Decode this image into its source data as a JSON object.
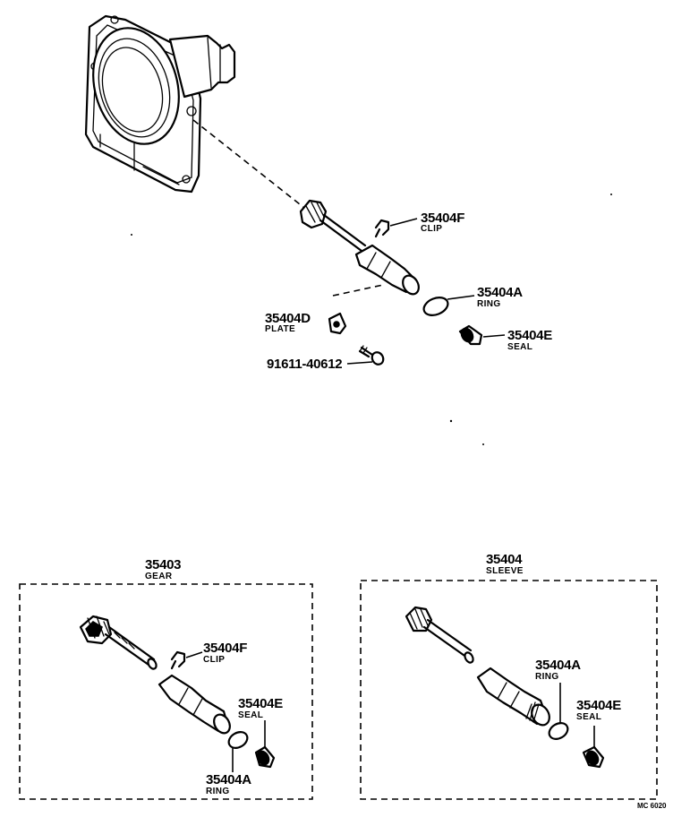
{
  "main_view": {
    "parts": [
      {
        "key": "clip",
        "number": "35404F",
        "name": "CLIP"
      },
      {
        "key": "ring",
        "number": "35404A",
        "name": "RING"
      },
      {
        "key": "plate",
        "number": "35404D",
        "name": "PLATE"
      },
      {
        "key": "seal",
        "number": "35404E",
        "name": "SEAL"
      },
      {
        "key": "bolt",
        "number": "91611-40612",
        "name": ""
      }
    ]
  },
  "gear_kit": {
    "number": "35403",
    "name": "GEAR",
    "parts": [
      {
        "key": "clip",
        "number": "35404F",
        "name": "CLIP"
      },
      {
        "key": "seal",
        "number": "35404E",
        "name": "SEAL"
      },
      {
        "key": "ring",
        "number": "35404A",
        "name": "RING"
      }
    ]
  },
  "sleeve_kit": {
    "number": "35404",
    "name": "SLEEVE",
    "parts": [
      {
        "key": "ring",
        "number": "35404A",
        "name": "RING"
      },
      {
        "key": "seal",
        "number": "35404E",
        "name": "SEAL"
      }
    ]
  },
  "figure_code": "MC 6020"
}
